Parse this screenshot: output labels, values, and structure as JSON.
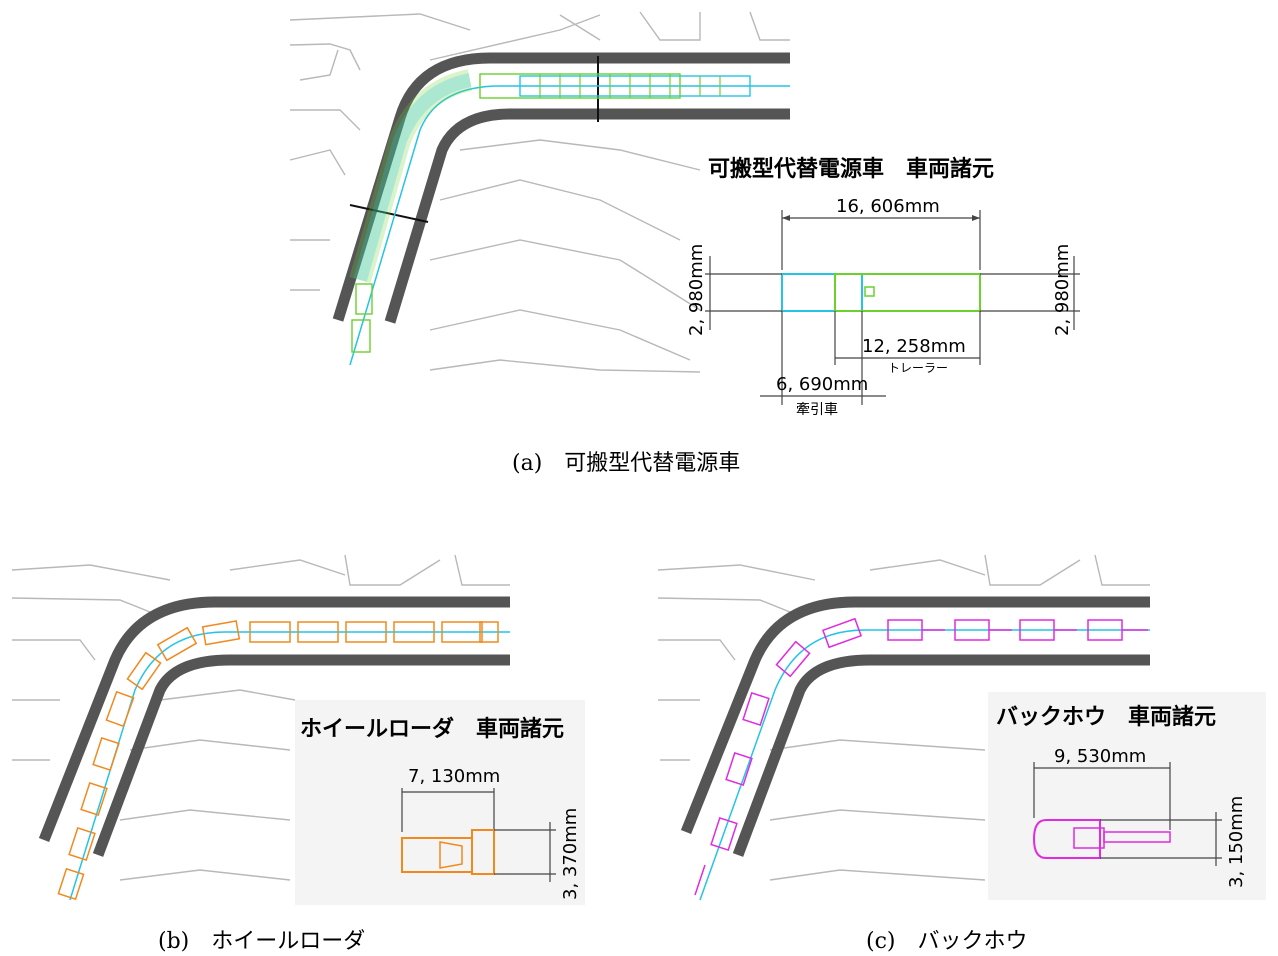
{
  "panel_a": {
    "title": "可搬型代替電源車　車両諸元",
    "overall_length": "16, 606mm",
    "width_left": "2, 980mm",
    "width_right": "2, 980mm",
    "trailer_length": "12, 258mm",
    "trailer_label": "トレーラー",
    "tractor_length": "6, 690mm",
    "tractor_label": "牽引車",
    "caption": "(a)　可搬型代替電源車",
    "colors": {
      "tractor": "#25c4e6",
      "trailer": "#6ad12e",
      "centerline": "#25c4e6"
    }
  },
  "panel_b": {
    "title": "ホイールローダ　車両諸元",
    "length": "7, 130mm",
    "width": "3, 370mm",
    "caption": "(b)　ホイールローダ",
    "colors": {
      "vehicle": "#f08a1e",
      "centerline": "#25c4e6"
    }
  },
  "panel_c": {
    "title": "バックホウ　車両諸元",
    "length": "9, 530mm",
    "width": "3, 150mm",
    "caption": "(c)　バックホウ",
    "colors": {
      "vehicle": "#e02be0",
      "centerline": "#25c4e6"
    }
  },
  "road_color": "#555555"
}
